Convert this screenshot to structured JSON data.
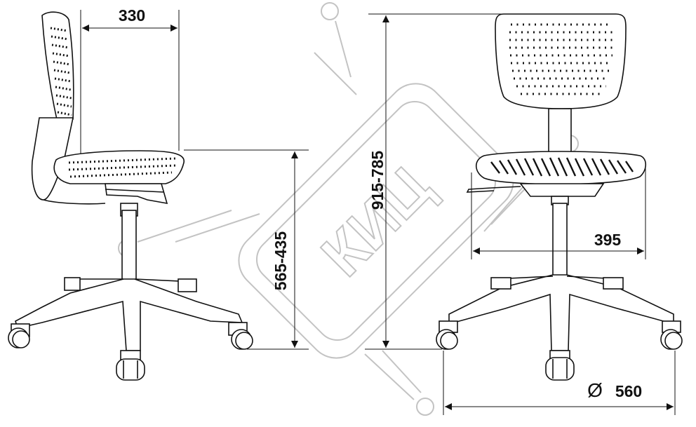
{
  "dimensions": {
    "seat_depth": "330",
    "seat_height": "565-435",
    "overall_height": "915-785",
    "seat_width": "395",
    "base_diameter_symbol": "Ø",
    "base_diameter": "560"
  },
  "watermark": {
    "text": "КИЦ"
  },
  "colors": {
    "line": "#111111",
    "watermark": "#bdbdbd"
  }
}
